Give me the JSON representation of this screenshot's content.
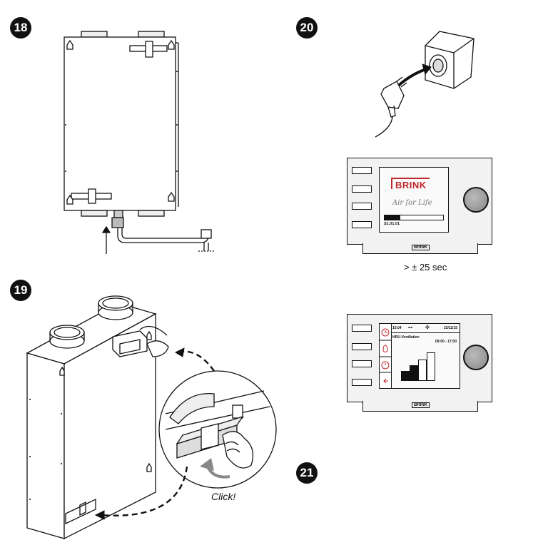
{
  "steps": [
    {
      "number": "18"
    },
    {
      "number": "19"
    },
    {
      "number": "20"
    },
    {
      "number": "21"
    }
  ],
  "brand": "BRINK",
  "slogan": "Air for Life",
  "startup_version": "S1.01.01",
  "startup_progress": 0.27,
  "timing_caption": "> ± 25 sec",
  "click_label": "Click!",
  "controller_screen": {
    "time": "10.04",
    "date": "23/11/15",
    "mode": "HRU-Ventilation",
    "schedule": "09:00 - 17:00"
  },
  "colors": {
    "brand_red": "#c0262d",
    "panel_bg": "#f2f2f2",
    "screen_bg": "#fafafa"
  }
}
